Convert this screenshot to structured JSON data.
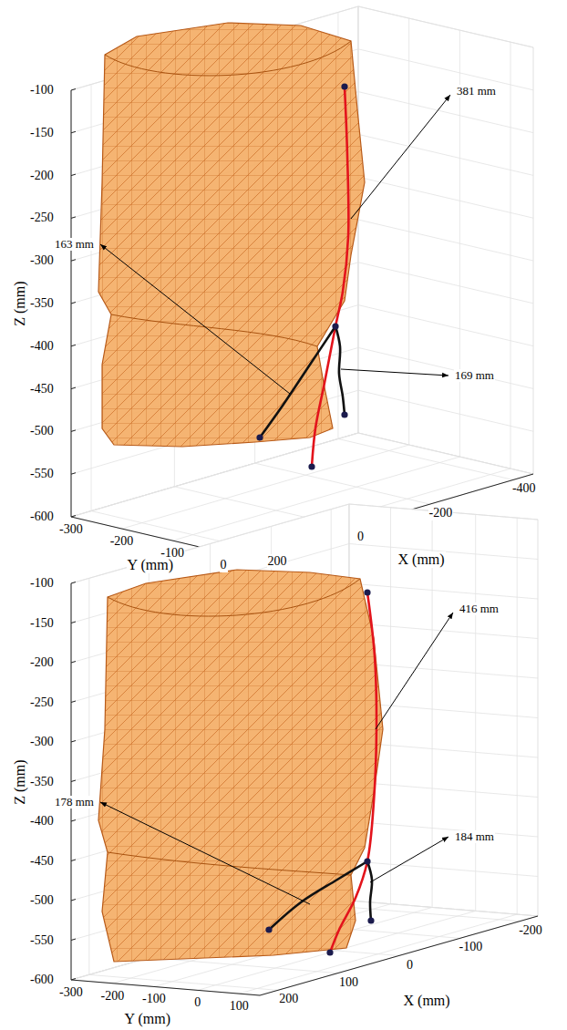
{
  "diagram": {
    "labels": [
      "-100",
      "-150",
      "-200",
      "-250",
      "-300",
      "-350",
      "-400",
      "-450",
      "-500",
      "-550",
      "-600",
      "-300",
      "-200",
      "-100",
      "0",
      "200",
      "0",
      "-200",
      "-400",
      "Z (mm)",
      "Y (mm)",
      "X (mm)",
      "381 mm",
      "163 mm",
      "169 mm",
      "-100",
      "-150",
      "-200",
      "-250",
      "-300",
      "-350",
      "-400",
      "-450",
      "-500",
      "-550",
      "-600",
      "-300",
      "-200",
      "-100",
      "0",
      "100",
      "200",
      "100",
      "0",
      "-100",
      "-200",
      "Z (mm)",
      "Y (mm)",
      "X (mm)",
      "416 mm",
      "178 mm",
      "184 mm"
    ]
  }
}
